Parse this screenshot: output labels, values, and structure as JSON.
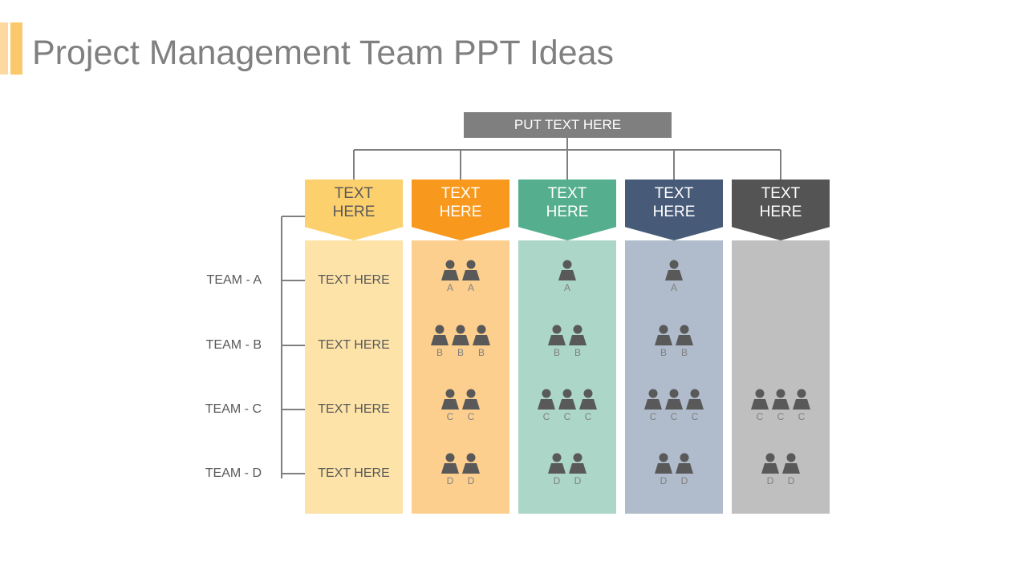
{
  "title": "Project Management Team PPT Ideas",
  "root": {
    "label": "PUT TEXT HERE",
    "color": "#7f7f7f"
  },
  "teams": [
    {
      "label": "TEAM - A",
      "text": "TEXT HERE"
    },
    {
      "label": "TEAM - B",
      "text": "TEXT HERE"
    },
    {
      "label": "TEAM - C",
      "text": "TEXT HERE"
    },
    {
      "label": "TEAM - D",
      "text": "TEXT HERE"
    }
  ],
  "columns": [
    {
      "label": "TEXT\nHERE",
      "header_color": "#fdd06e",
      "header_text_color": "#595959",
      "body_color": "#fde3a8",
      "members": [
        [],
        [],
        [],
        []
      ]
    },
    {
      "label": "TEXT\nHERE",
      "header_color": "#f8991d",
      "header_text_color": "#ffffff",
      "body_color": "#fdcf8e",
      "members": [
        [
          "A",
          "A"
        ],
        [
          "B",
          "B",
          "B"
        ],
        [
          "C",
          "C"
        ],
        [
          "D",
          "D"
        ]
      ]
    },
    {
      "label": "TEXT\nHERE",
      "header_color": "#55ae8e",
      "header_text_color": "#ffffff",
      "body_color": "#acd7c8",
      "members": [
        [
          "A"
        ],
        [
          "B",
          "B"
        ],
        [
          "C",
          "C",
          "C"
        ],
        [
          "D",
          "D"
        ]
      ]
    },
    {
      "label": "TEXT\nHERE",
      "header_color": "#475b78",
      "header_text_color": "#ffffff",
      "body_color": "#b0bbcb",
      "members": [
        [
          "A"
        ],
        [
          "B",
          "B"
        ],
        [
          "C",
          "C",
          "C"
        ],
        [
          "D",
          "D"
        ]
      ]
    },
    {
      "label": "TEXT\nHERE",
      "header_color": "#545454",
      "header_text_color": "#ffffff",
      "body_color": "#bfbfbf",
      "members": [
        [],
        [],
        [
          "C",
          "C",
          "C"
        ],
        [
          "D",
          "D"
        ]
      ]
    }
  ],
  "person_icon_color": "#595959",
  "connector_color": "#7f7f7f"
}
